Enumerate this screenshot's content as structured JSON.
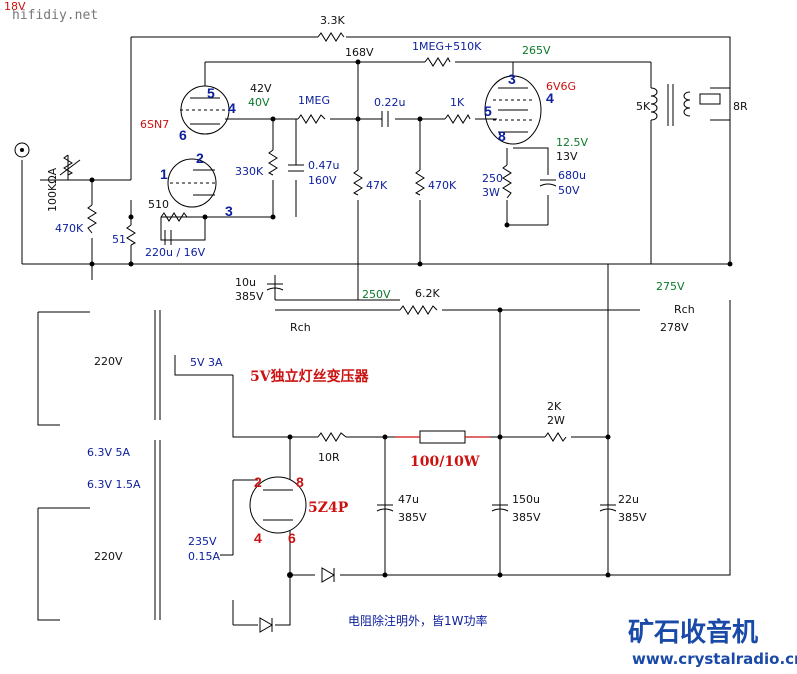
{
  "watermark": {
    "site": "hifidiy.net",
    "corner_label": "18V"
  },
  "tubes": {
    "driver": {
      "name": "6SN7",
      "pins_top": [
        "5",
        "4",
        "6"
      ],
      "pins_bottom": [
        "1",
        "2",
        "3"
      ]
    },
    "output": {
      "name": "6V6G",
      "pins": [
        "3",
        "4",
        "5",
        "8"
      ]
    },
    "rectifier": {
      "name": "5Z4P",
      "pins": [
        "2",
        "8",
        "4",
        "6"
      ]
    }
  },
  "voltages": {
    "v42": "42V",
    "v40": "40V",
    "v168": "168V",
    "v265": "265V",
    "v12_5": "12.5V",
    "v13": "13V",
    "v250": "250V",
    "v275": "275V",
    "v278": "278V"
  },
  "resistors": {
    "r3_3k": "3.3K",
    "r1meg510k": "1MEG+510K",
    "r1meg": "1MEG",
    "r1k": "1K",
    "r330k": "330K",
    "r47k": "47K",
    "r470k_a": "470K",
    "r470k_b": "470K",
    "r250": "250",
    "r3w": "3W",
    "r510": "510",
    "r51": "51",
    "r6_2k": "6.2K",
    "r10r": "10R",
    "r2k": "2K",
    "r2w": "2W",
    "r100": "100/10W"
  },
  "capacitors": {
    "c022": "0.22u",
    "c047": "0.47u",
    "c160v": "160V",
    "c680": "680u",
    "c50v": "50V",
    "c220": "220u / 16V",
    "c10": "10u",
    "c385a": "385V",
    "c47": "47u",
    "c385b": "385V",
    "c150": "150u",
    "c385c": "385V",
    "c22": "22u",
    "c385d": "385V"
  },
  "misc": {
    "pot": "100KΩA",
    "transformer_5k": "5K",
    "load_8r": "8R",
    "rch1": "Rch",
    "rch2": "Rch",
    "tx_220_top": "220V",
    "tx_5v3a": "5V 3A",
    "tx_63_5a": "6.3V  5A",
    "tx_63_15a": "6.3V 1.5A",
    "tx_220_bot": "220V",
    "tx_235": "235V",
    "tx_015": "0.15A"
  },
  "notes": {
    "filament_title": "5V独立灯丝变压器",
    "resistor_note": "电阻除注明外，皆1W功率"
  },
  "brand": {
    "name": "矿石收音机",
    "url": "www.crystalradio.cn"
  },
  "colors": {
    "label_blue": "#0b1e9c",
    "label_green": "#0a7a2a",
    "label_red": "#cc1111",
    "brand_blue": "#1a4aa8"
  }
}
